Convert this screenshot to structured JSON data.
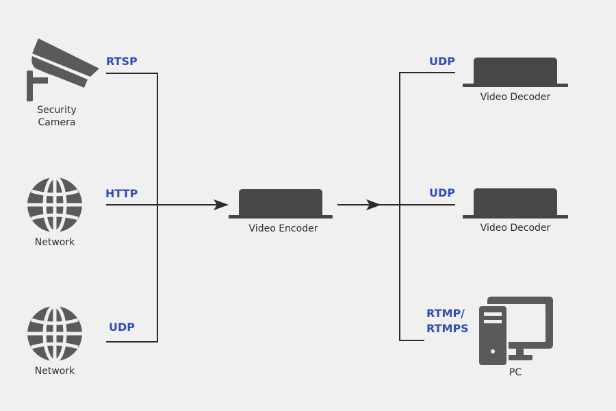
{
  "colors": {
    "background": "#f0f0f0",
    "line": "#2b2b2b",
    "icon": "#5a5a5a",
    "device": "#474747",
    "protocol_text": "#2f4fb5",
    "label_text": "#2b2b2b"
  },
  "sources": [
    {
      "icon": "security-camera-icon",
      "label_line1": "Security",
      "label_line2": "Camera",
      "protocol": "RTSP"
    },
    {
      "icon": "globe-icon",
      "label": "Network",
      "protocol": "HTTP"
    },
    {
      "icon": "globe-icon",
      "label": "Network",
      "protocol": "UDP"
    }
  ],
  "encoder": {
    "label": "Video Encoder"
  },
  "outputs": [
    {
      "icon": "video-decoder-icon",
      "label": "Video Decoder",
      "protocol": "UDP"
    },
    {
      "icon": "video-decoder-icon",
      "label": "Video Decoder",
      "protocol": "UDP"
    },
    {
      "icon": "pc-icon",
      "label": "PC",
      "protocol_line1": "RTMP/",
      "protocol_line2": "RTMPS"
    }
  ]
}
